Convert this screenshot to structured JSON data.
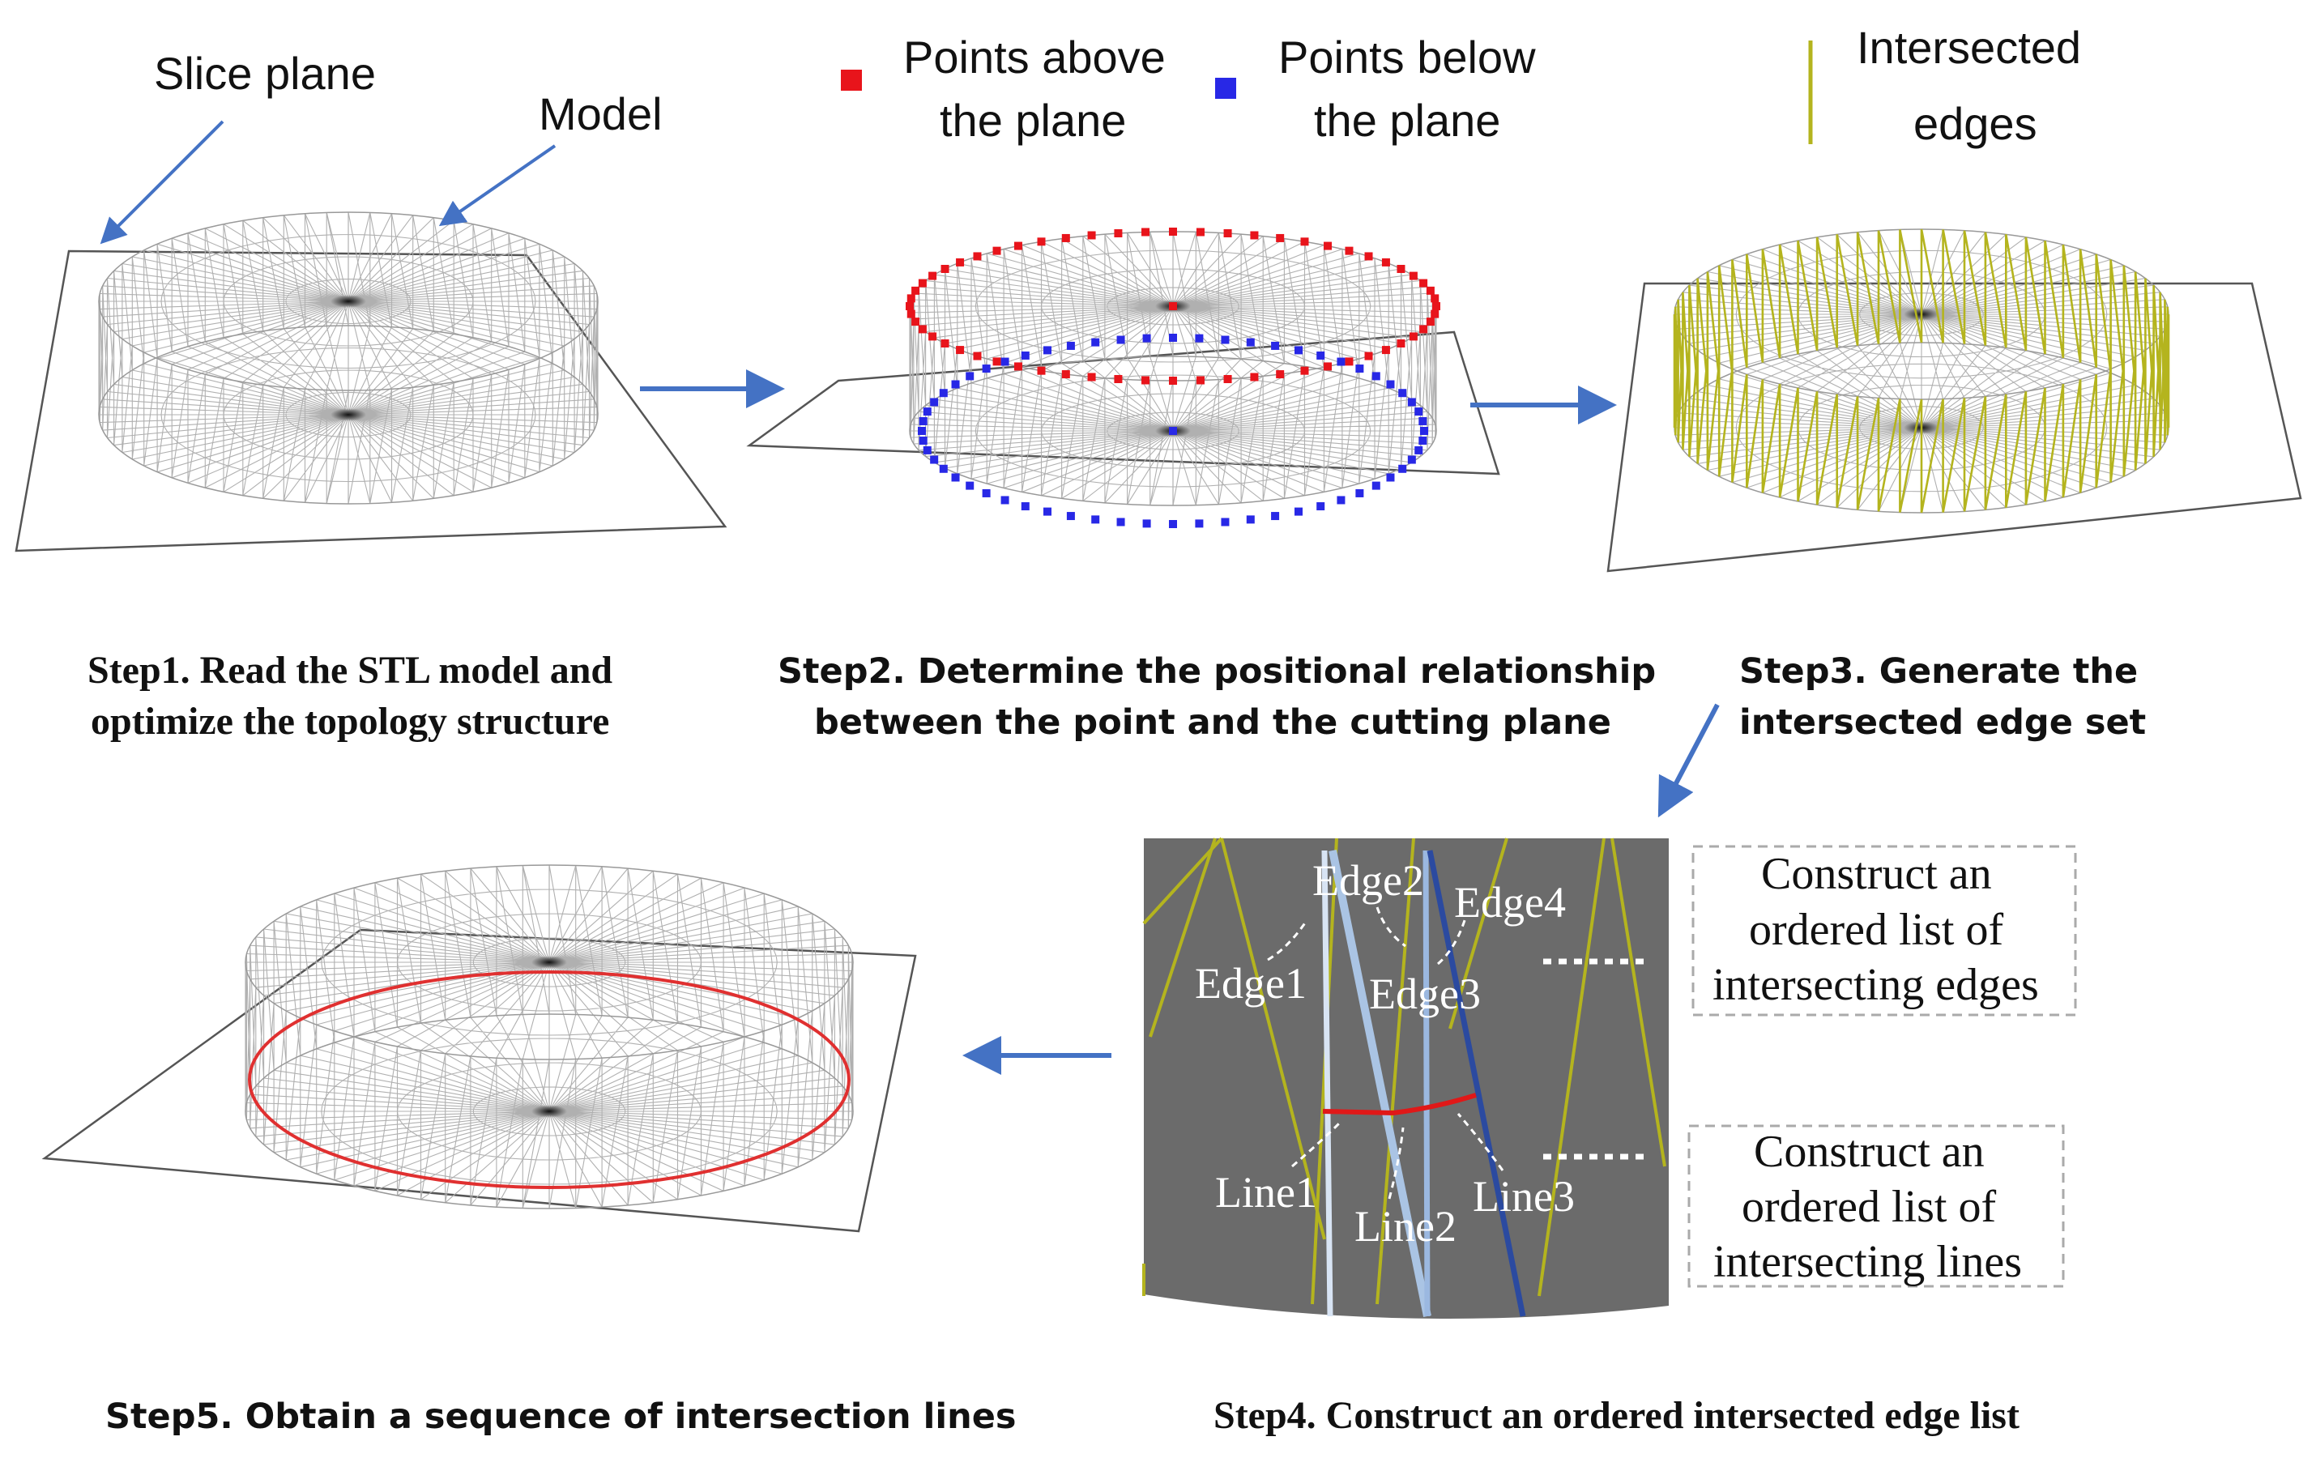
{
  "labels": {
    "slice_plane": "Slice plane",
    "model": "Model",
    "legend_above_1": "Points above",
    "legend_above_2": "the plane",
    "legend_below_1": "Points below",
    "legend_below_2": "the plane",
    "legend_edges_1": "Intersected",
    "legend_edges_2": "edges"
  },
  "captions": {
    "step1_line1": "Step1. Read the STL model and",
    "step1_line2": "optimize the topology structure",
    "step2_line1": "Step2. Determine the positional relationship",
    "step2_line2": "between the point and the cutting plane",
    "step3_line1": "Step3. Generate the",
    "step3_line2": "intersected edge set",
    "step4": "Step4. Construct an ordered  intersected edge list",
    "step5": "Step5. Obtain a sequence of intersection lines"
  },
  "zoom": {
    "edge1": "Edge1",
    "edge2": "Edge2",
    "edge3": "Edge3",
    "edge4": "Edge4",
    "line1": "Line1",
    "line2": "Line2",
    "line3": "Line3"
  },
  "boxes": {
    "edges_1": "Construct an",
    "edges_2": "ordered list of",
    "edges_3": "intersecting edges",
    "lines_1": "Construct an",
    "lines_2": "ordered list of",
    "lines_3": "intersecting lines"
  },
  "colors": {
    "above_points": "#e8141b",
    "below_points": "#2828e6",
    "intersected_edges": "#b4b41e",
    "arrow": "#4472c4",
    "intersection_line": "#e03030",
    "zoom_bg": "#6b6b6b",
    "mesh": "#b0b0b0"
  }
}
